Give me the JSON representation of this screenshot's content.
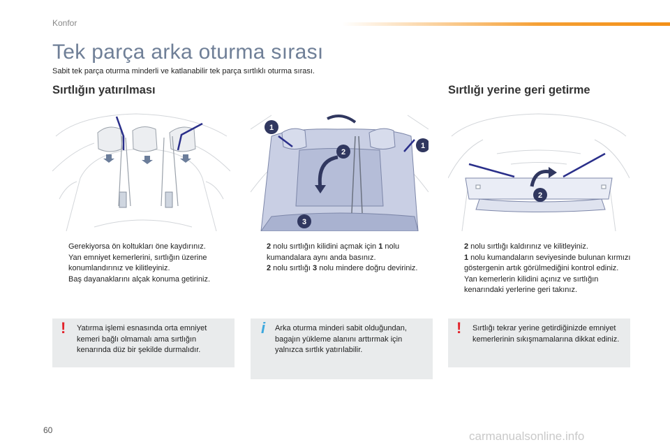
{
  "header": {
    "section_label": "Konfor",
    "title": "Tek parça arka oturma sırası",
    "subtitle": "Sabit tek parça oturma minderli ve katlanabilir tek parça sırtlıklı oturma sırası."
  },
  "headings": {
    "left": "Sırtlığın yatırılması",
    "right": "Sırtlığı yerine geri getirme"
  },
  "figures": {
    "fig2_callouts": [
      "1",
      "2",
      "1",
      "3"
    ],
    "fig3_callouts": [
      "2"
    ]
  },
  "col1": {
    "bullet_symbol": "",
    "steps": [
      "Gerekiyorsa ön koltukları öne kaydırınız.",
      "Yan emniyet kemerlerini, sırtlığın üzerine konumlandırınız ve kilitleyiniz.",
      "Baş dayanaklarını alçak konuma getiriniz."
    ],
    "note": {
      "icon": "!",
      "text": "Yatırma işlemi esnasında orta emniyet kemeri bağlı olmamalı ama sırtlığın kenarında düz bir şekilde durmalıdır."
    }
  },
  "col2": {
    "steps": [
      {
        "b1": "2",
        "t1": " nolu sırtlığın kilidini açmak için ",
        "b2": "1",
        "t2": " nolu kumandalara aynı anda basınız."
      },
      {
        "b1": "2",
        "t1": " nolu sırtlığı ",
        "b2": "3",
        "t2": " nolu mindere doğru deviriniz."
      }
    ],
    "note": {
      "icon": "i",
      "text": "Arka oturma minderi sabit olduğundan, bagajın yükleme alanını arttırmak için yalnızca sırtlık yatırılabilir."
    }
  },
  "col3": {
    "steps": [
      {
        "b1": "2",
        "t1": " nolu sırtlığı kaldırınız ve kilitleyiniz."
      },
      {
        "b1": "1",
        "t1": " nolu kumandaların seviyesinde bulunan kırmızı göstergenin artık görülmediğini kontrol ediniz."
      },
      {
        "b1": "",
        "t1": "Yan kemerlerin kilidini açınız ve sırtlığın kenarındaki yerlerine geri takınız."
      }
    ],
    "note": {
      "icon": "!",
      "text": "Sırtlığı tekrar yerine getirdiğinizde emniyet kemerlerinin sıkışmamalarına dikkat ediniz."
    }
  },
  "footer": {
    "page_number": "60",
    "watermark": "carmanualsonline.info"
  }
}
